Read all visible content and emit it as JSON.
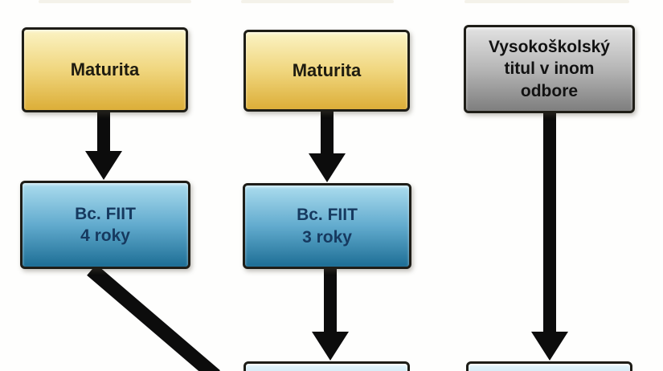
{
  "diagram": {
    "description": "Study paths flowchart",
    "nodes": [
      {
        "id": "maturita-left",
        "label": "Maturita",
        "type": "yellow"
      },
      {
        "id": "maturita-middle",
        "label": "Maturita",
        "type": "yellow"
      },
      {
        "id": "degree-other-field",
        "label": "Vysokoškolský\ntitul v inom\nodbore",
        "type": "gray"
      },
      {
        "id": "bc-fiit-4-roky",
        "label": "Bc. FIIT\n4 roky",
        "type": "blue"
      },
      {
        "id": "bc-fiit-3-roky",
        "label": "Bc. FIIT\n3 roky",
        "type": "blue"
      },
      {
        "id": "bottom-middle-partial",
        "label": "",
        "type": "blue-partial"
      },
      {
        "id": "bottom-right-partial",
        "label": "",
        "type": "blue-partial"
      }
    ],
    "colors": {
      "yellow_top": "#fbf3c4",
      "yellow_bottom": "#dcae38",
      "blue_top": "#abdcee",
      "blue_bottom": "#1d6e95",
      "gray_top": "#e2e2e2",
      "gray_bottom": "#7e7e7e",
      "partial_blue": "#bfe2f1",
      "border": "#1e1d17",
      "arrow": "#0c0c0c",
      "text_yellow_box": "#1f1c10",
      "text_blue_box": "#16395f",
      "text_gray_box": "#121212"
    }
  }
}
